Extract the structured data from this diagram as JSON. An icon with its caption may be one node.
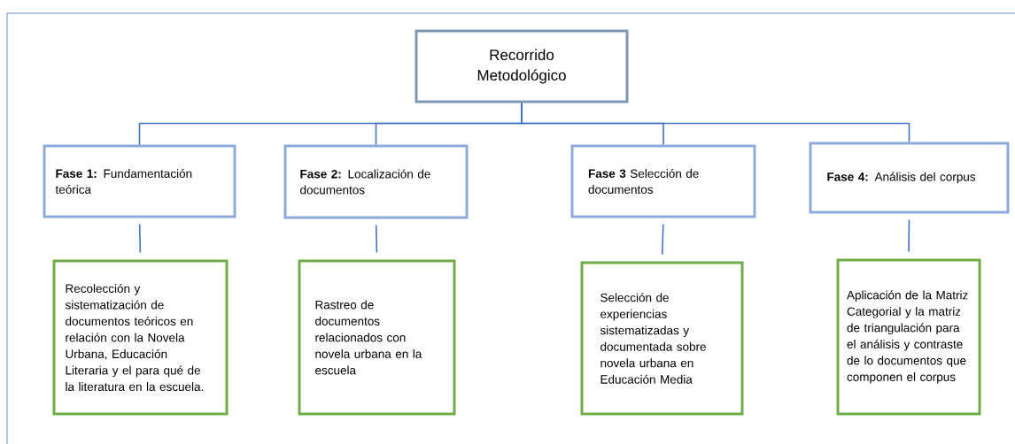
{
  "diagram": {
    "nodes": [
      {
        "text": [
          "Recorrido Metodológico"
        ]
      },
      {
        "text": [
          "**Fase 1:** Fundamentación teórica"
        ]
      },
      {
        "text": [
          "**Fase 2:** Localización de documentos"
        ]
      },
      {
        "text": [
          "**Fase 3** Selección de documentos"
        ]
      },
      {
        "text": [
          "**Fase 4:** Análisis del corpus"
        ]
      },
      {
        "text": [
          "Recolección y sistematización de documentos teóricos en relación con la Novela Urbana, Educación Literaria y el para qué de la literatura en la escuela."
        ]
      },
      {
        "text": [
          "Rastreo de documentos relacionados con novela urbana en la escuela"
        ]
      },
      {
        "text": [
          "Selección de experiencias sistematizadas y documentada sobre novela urbana en Educación Media"
        ]
      },
      {
        "text": [
          "Aplicación de la Matriz Categorial y la matriz de triangulación para el análisis y contraste de lo documentos que componen el corpus"
        ]
      }
    ],
    "edges": [
      {
        "from": 0,
        "to": 1,
        "arrow": "none"
      },
      {
        "from": 0,
        "to": 2,
        "arrow": "none"
      },
      {
        "from": 0,
        "to": 3,
        "arrow": "none"
      },
      {
        "from": 0,
        "to": 4,
        "arrow": "none"
      },
      {
        "from": 1,
        "to": 5,
        "arrow": "none"
      },
      {
        "from": 2,
        "to": 6,
        "arrow": "none"
      },
      {
        "from": 3,
        "to": 7,
        "arrow": "none"
      },
      {
        "from": 4,
        "to": 8,
        "arrow": "none"
      }
    ]
  }
}
